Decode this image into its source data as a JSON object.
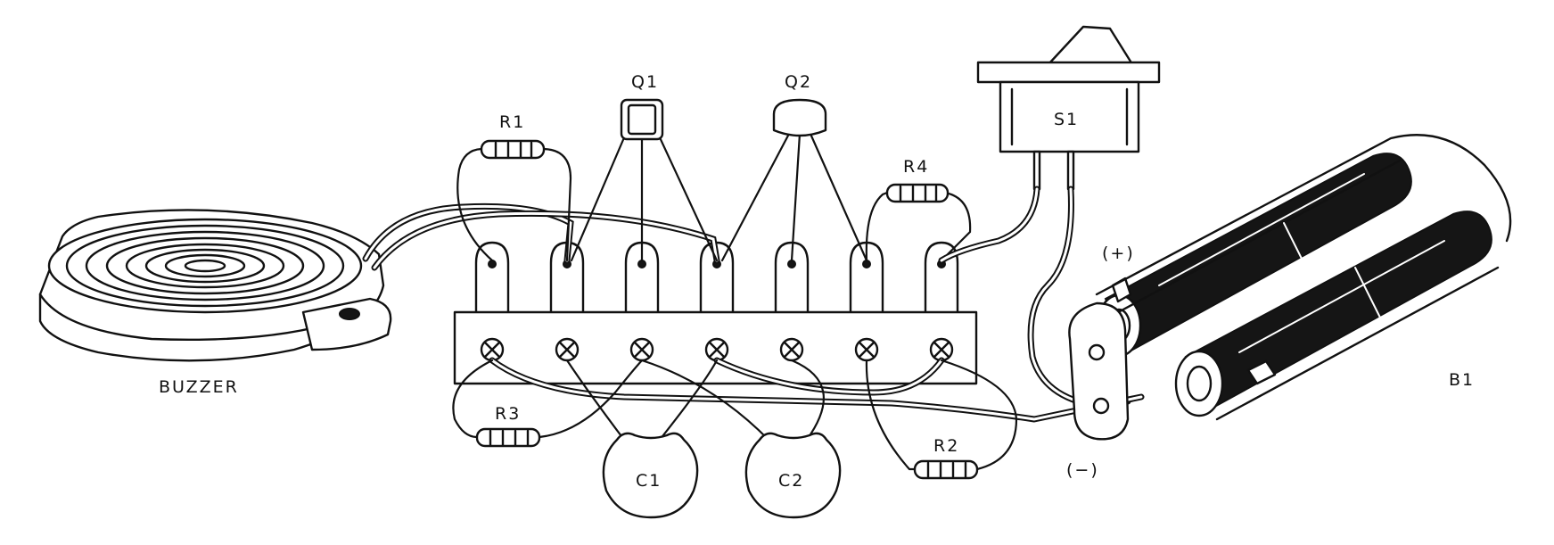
{
  "labels": {
    "q1": "Q1",
    "q2": "Q2",
    "r1": "R1",
    "r2": "R2",
    "r3": "R3",
    "r4": "R4",
    "s1": "S1",
    "c1": "C1",
    "c2": "C2",
    "b1": "B1",
    "buzzer": "BUZZER",
    "plus": "(+)",
    "minus": "(−)"
  }
}
